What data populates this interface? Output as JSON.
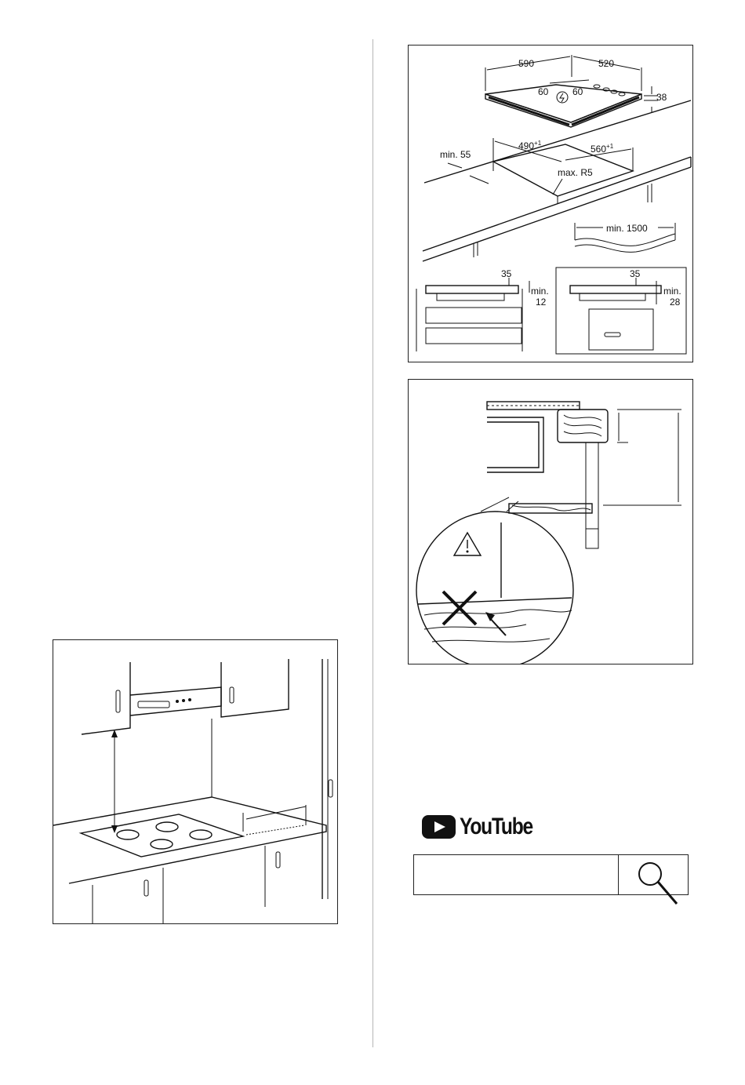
{
  "top_diagram": {
    "dim_width": "590",
    "dim_depth": "520",
    "dim_left_pin": "60",
    "dim_right_pin": "60",
    "dim_height": "38",
    "dim_min_front": "min. 55",
    "dim_cutout_width": "490",
    "dim_cutout_width_tol": "+1",
    "dim_cutout_depth": "560",
    "dim_cutout_depth_tol": "+1",
    "dim_radius": "max. R5",
    "dim_cable": "min. 1500",
    "left_detail_a": "35",
    "left_detail_min_label": "min.",
    "left_detail_min_value": "12",
    "right_detail_a": "35",
    "right_detail_min_label": "min.",
    "right_detail_min_value": "28"
  },
  "youtube": {
    "brand": "YouTube",
    "search_placeholder": ""
  }
}
